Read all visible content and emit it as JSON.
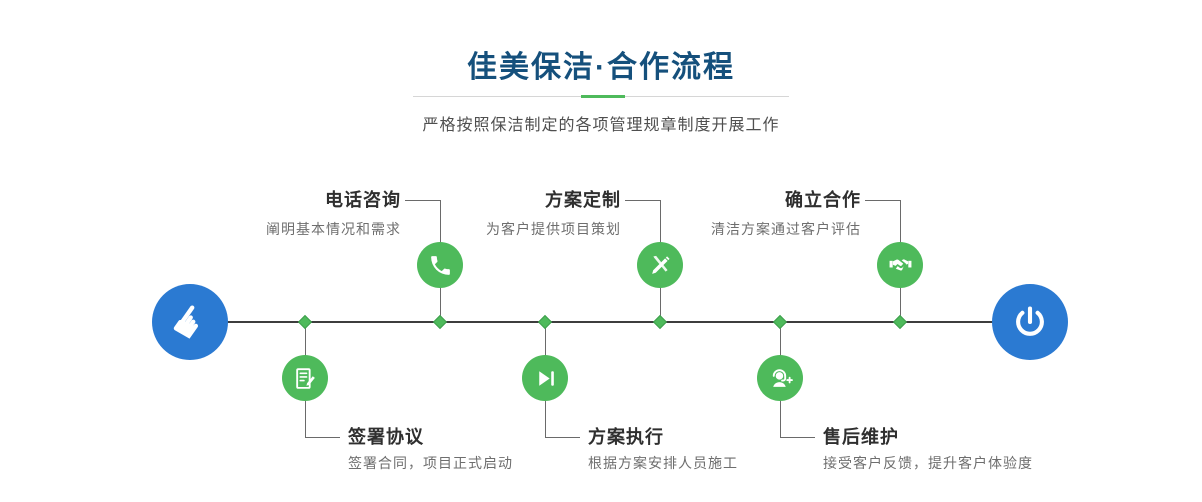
{
  "header": {
    "title": "佳美保洁·合作流程",
    "subtitle": "严格按照保洁制定的各项管理规章制度开展工作"
  },
  "icons": {
    "hand_pointer": "☛"
  },
  "colors": {
    "accent_green": "#4eba5b",
    "accent_blue": "#2b7ad2",
    "title_navy": "#15507c"
  },
  "timeline": {
    "start_icon": "hand-pointer-icon",
    "end_icon": "power-icon",
    "top_steps": [
      {
        "title": "电话咨询",
        "desc": "阐明基本情况和需求",
        "icon": "phone-icon"
      },
      {
        "title": "方案定制",
        "desc": "为客户提供项目策划",
        "icon": "design-tools-icon"
      },
      {
        "title": "确立合作",
        "desc": "清洁方案通过客户评估",
        "icon": "handshake-icon"
      }
    ],
    "bottom_steps": [
      {
        "title": "签署协议",
        "desc": "签署合同，项目正式启动",
        "icon": "contract-icon"
      },
      {
        "title": "方案执行",
        "desc": "根据方案安排人员施工",
        "icon": "execute-icon"
      },
      {
        "title": "售后维护",
        "desc": "接受客户反馈，提升客户体验度",
        "icon": "customer-service-icon"
      }
    ]
  }
}
